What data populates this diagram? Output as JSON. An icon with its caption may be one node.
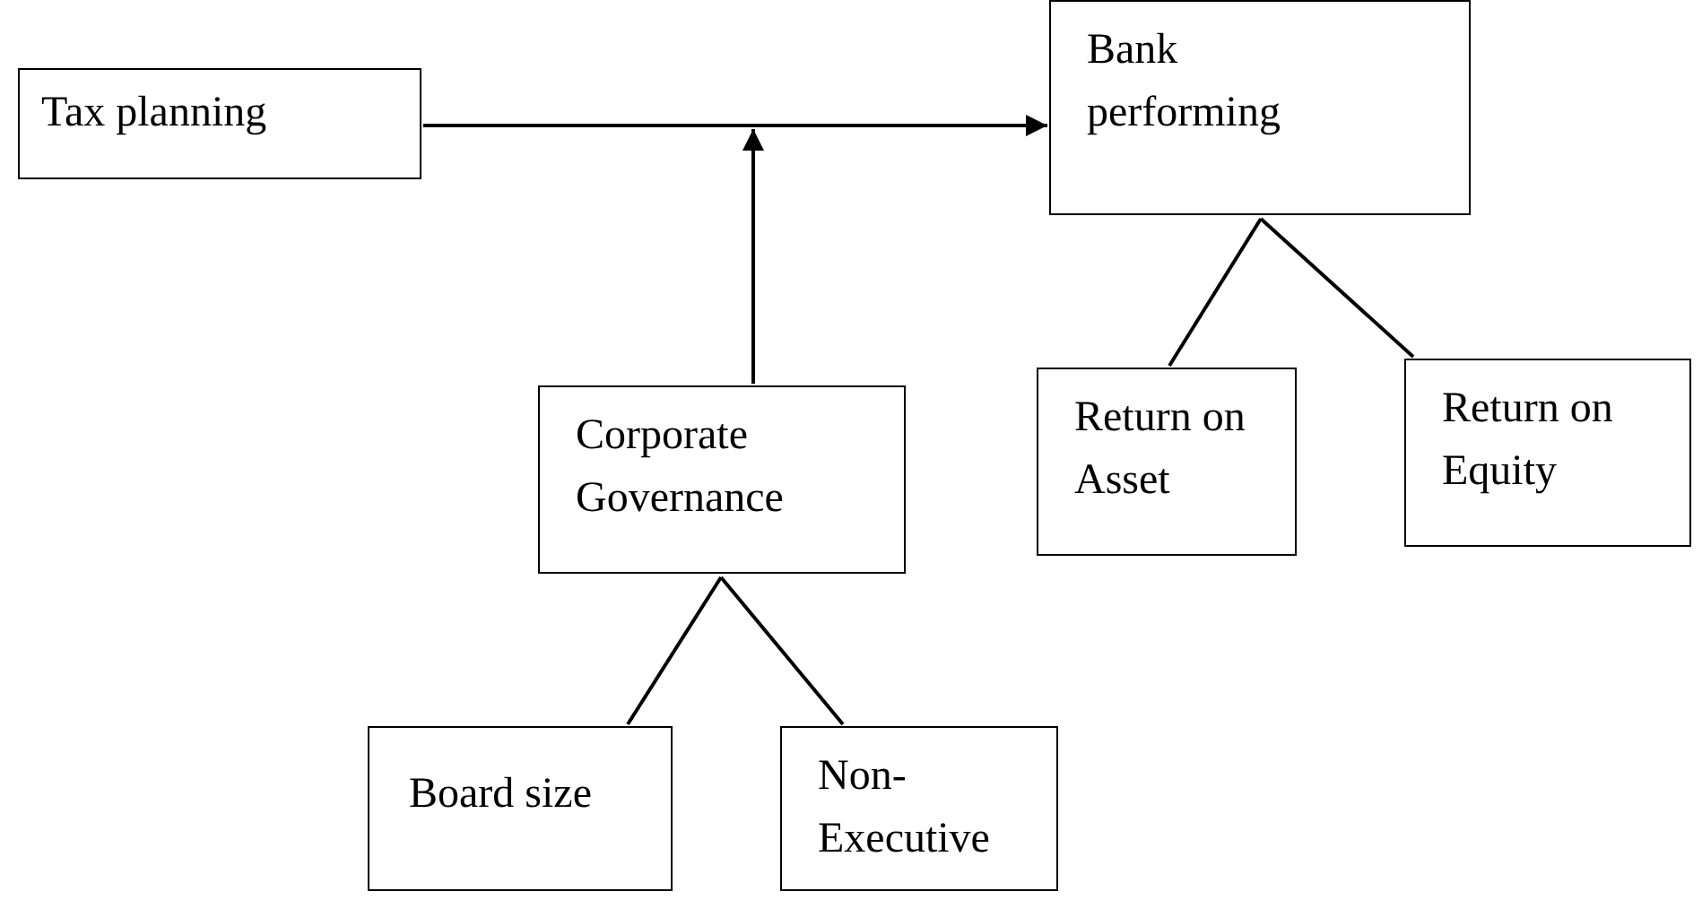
{
  "diagram": {
    "nodes": [
      {
        "text": [
          "Tax planning"
        ]
      },
      {
        "text": [
          "Bank performing"
        ]
      },
      {
        "text": [
          "Corporate Governance"
        ]
      },
      {
        "text": [
          "Return on Asset"
        ]
      },
      {
        "text": [
          "Return on Equity"
        ]
      },
      {
        "text": [
          "Board size"
        ]
      },
      {
        "text": [
          "Non-Executive"
        ]
      }
    ],
    "edges": [
      {
        "from": 0,
        "to": 1,
        "arrow": "to"
      },
      {
        "from": 2,
        "to": null,
        "arrow": "to"
      },
      {
        "from": 1,
        "to": 3,
        "arrow": "none"
      },
      {
        "from": 1,
        "to": 4,
        "arrow": "none"
      },
      {
        "from": 2,
        "to": 5,
        "arrow": "none"
      },
      {
        "from": 2,
        "to": 6,
        "arrow": "none"
      }
    ]
  }
}
